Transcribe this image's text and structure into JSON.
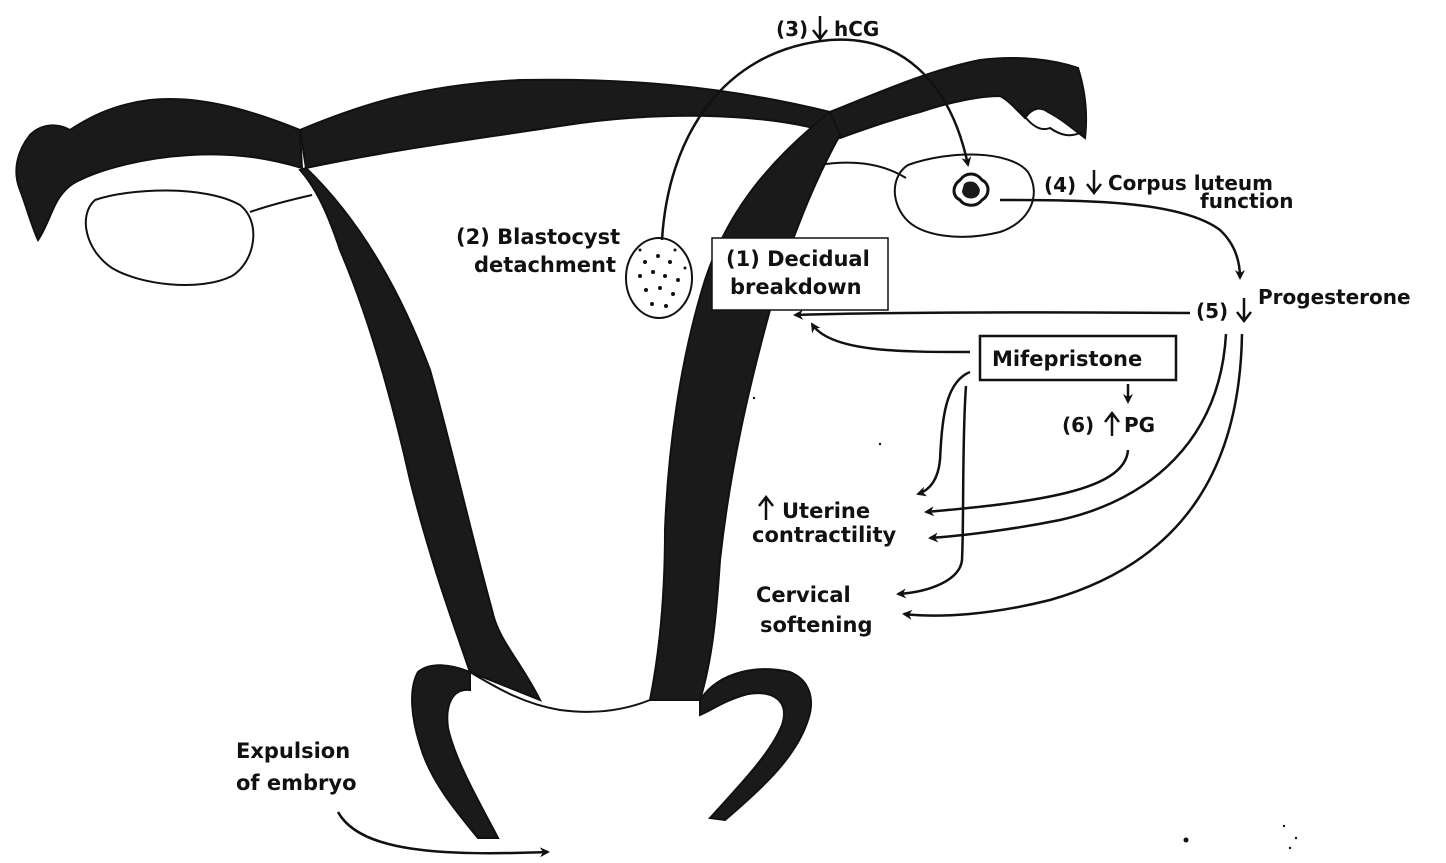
{
  "labels": {
    "step3_prefix": "(3)",
    "step3_text": "hCG",
    "step2_line1": "(2) Blastocyst",
    "step2_line2": "detachment",
    "step1_line1": "(1) Decidual",
    "step1_line2": "breakdown",
    "step4_prefix": "(4)",
    "step4_line1": "Corpus luteum",
    "step4_line2": "function",
    "step5_prefix": "(5)",
    "step5_text": "Progesterone",
    "drug": "Mifepristone",
    "step6_prefix": "(6)",
    "step6_text": "PG",
    "contractility_line1": "Uterine",
    "contractility_line2": "contractility",
    "cervical_line1": "Cervical",
    "cervical_line2": "softening",
    "expulsion_line1": "Expulsion",
    "expulsion_line2": "of embryo"
  },
  "colors": {
    "ink": "#111111",
    "wall": "#1a1a1a",
    "background": "#ffffff"
  }
}
